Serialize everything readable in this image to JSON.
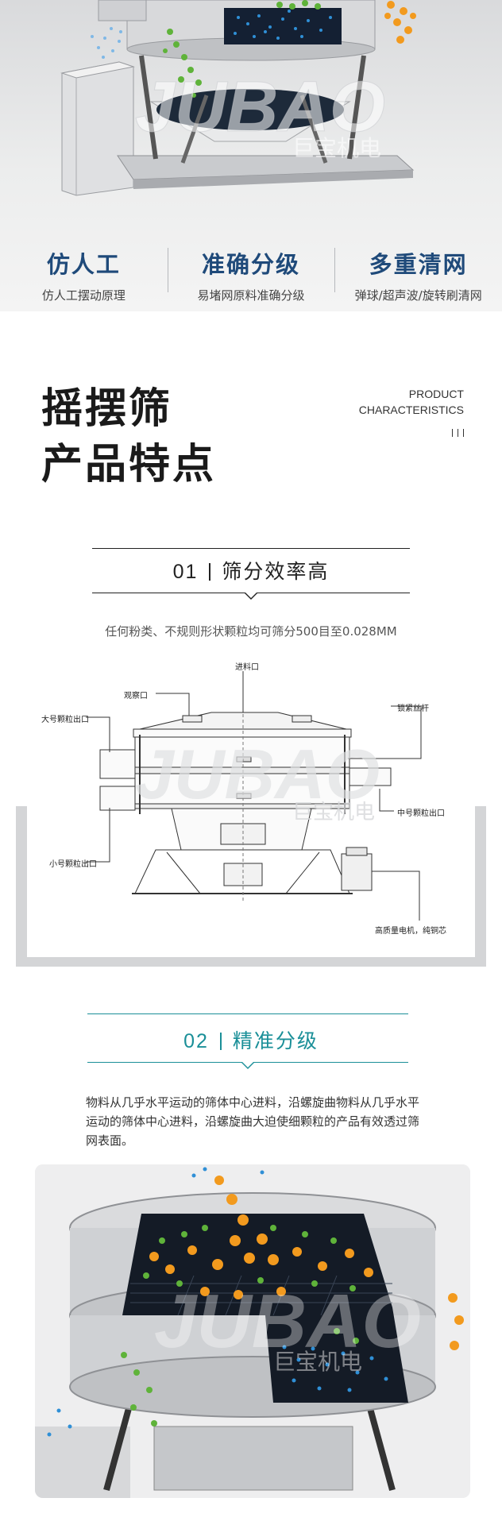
{
  "hero": {
    "watermark_brand": "JUBAO",
    "watermark_cn": "巨宝机电",
    "features": [
      {
        "title": "仿人工",
        "subtitle": "仿人工摆动原理"
      },
      {
        "title": "准确分级",
        "subtitle": "易堵网原料准确分级"
      },
      {
        "title": "多重清网",
        "subtitle": "弹球/超声波/旋转刷清网"
      }
    ]
  },
  "heading": {
    "title_line1": "摇摆筛",
    "title_line2": "产品特点",
    "en_line1": "PRODUCT",
    "en_line2": "CHARACTERISTICS"
  },
  "section01": {
    "number": "01",
    "title": "筛分效率高",
    "description": "任何粉类、不规则形状颗粒均可筛分500目至0.028MM",
    "diagram_labels": {
      "feed_inlet": "进料口",
      "observation_port": "观察口",
      "large_outlet": "大号颗粒出口",
      "tightening_rod": "锁紧丝杆",
      "medium_outlet": "中号颗粒出口",
      "small_outlet": "小号颗粒出口",
      "motor": "高质量电机，纯铜芯"
    },
    "watermark_brand": "JUBAO",
    "watermark_cn": "巨宝机电"
  },
  "section02": {
    "number": "02",
    "title": "精准分级",
    "description": "物料从几乎水平运动的筛体中心进料，沿螺旋曲物料从几乎水平运动的筛体中心进料，沿螺旋曲大迫使细颗粒的产品有效透过筛网表面。",
    "watermark_brand": "JUBAO",
    "watermark_cn": "巨宝机电"
  },
  "colors": {
    "feature_title": "#1f4a7a",
    "section01_accent": "#222222",
    "section02_accent": "#1a8f98",
    "orange_particle": "#f29a1e",
    "green_particle": "#5fb33a",
    "blue_particle": "#2f8fd6"
  }
}
